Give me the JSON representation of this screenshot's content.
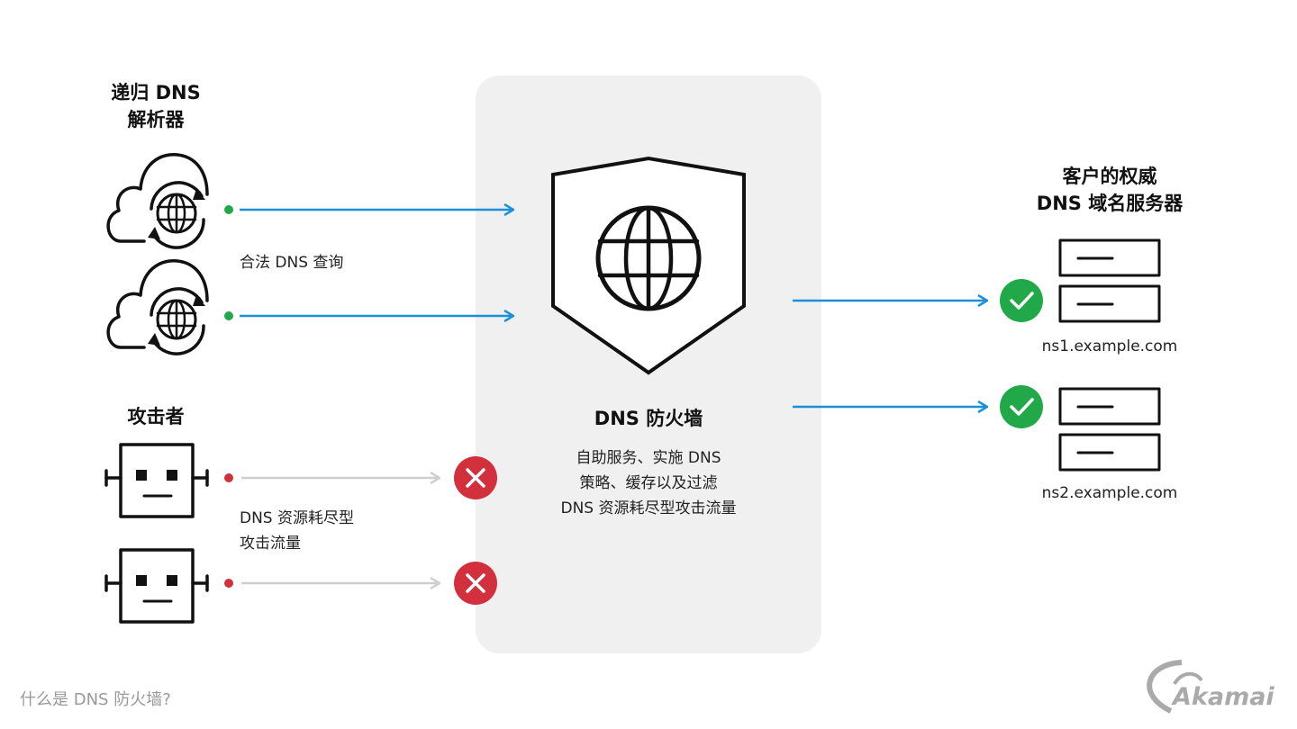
{
  "resolver": {
    "title_line1": "递归 DNS",
    "title_line2": "解析器",
    "query_label": "合法 DNS 查询"
  },
  "attacker": {
    "title": "攻击者",
    "traffic_line1": "DNS 资源耗尽型",
    "traffic_line2": "攻击流量"
  },
  "firewall": {
    "title": "DNS 防火墙",
    "desc_line1": "自助服务、实施 DNS",
    "desc_line2": "策略、缓存以及过滤",
    "desc_line3": "DNS 资源耗尽型攻击流量"
  },
  "servers": {
    "title_line1": "客户的权威",
    "title_line2": "DNS 域名服务器",
    "items": [
      {
        "label": "ns1.example.com"
      },
      {
        "label": "ns2.example.com"
      }
    ]
  },
  "footer": {
    "caption": "什么是 DNS 防火墙?",
    "logo": "Akamai"
  },
  "colors": {
    "blue": "#1a90d9",
    "green": "#21a849",
    "red": "#d3303d",
    "gray_line": "#cfcfcf",
    "panel": "#f0f0f1"
  }
}
